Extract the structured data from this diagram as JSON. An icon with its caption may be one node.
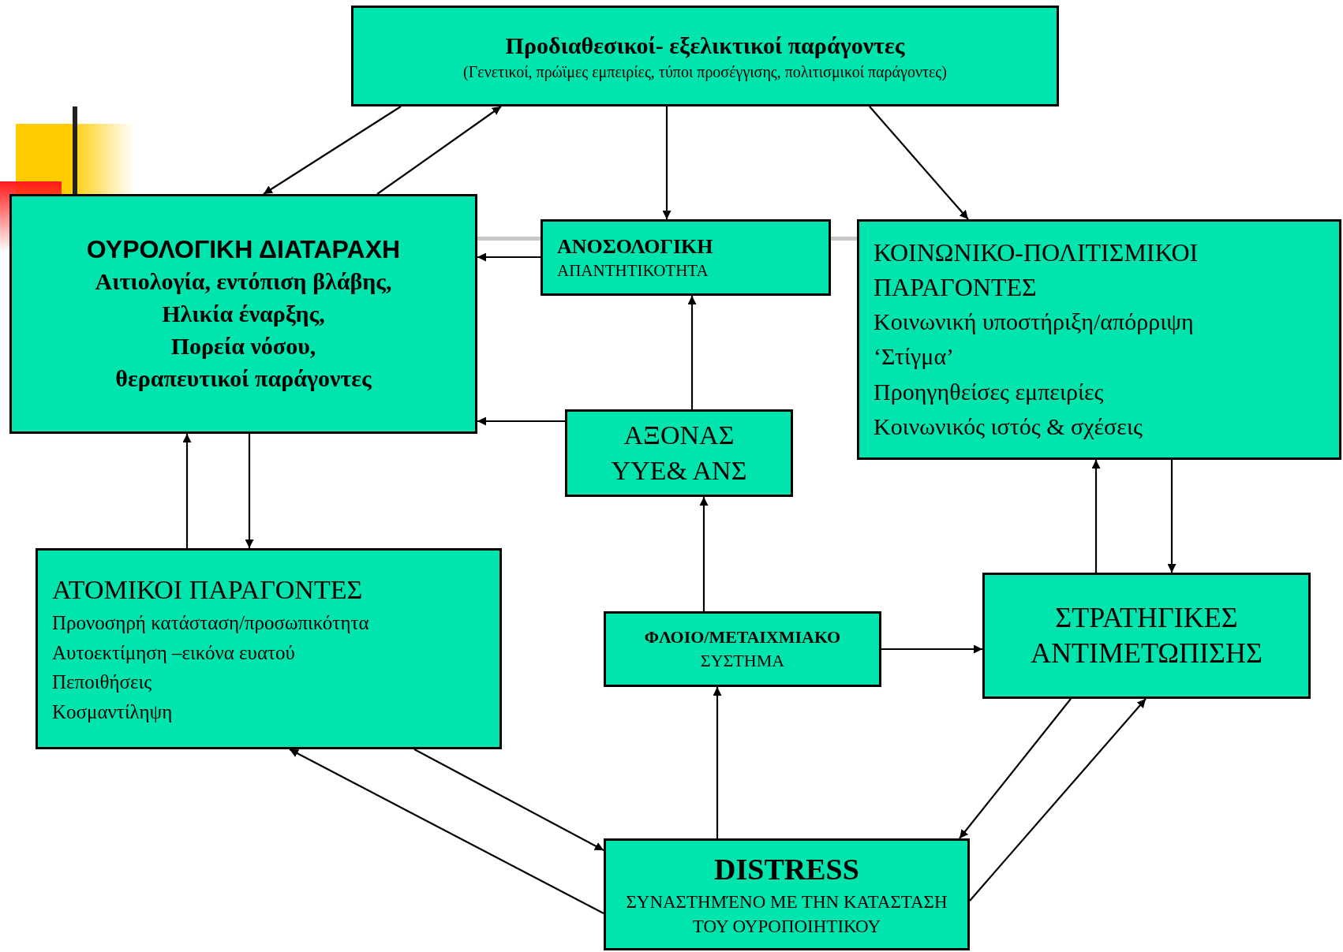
{
  "diagram": {
    "nodes": [
      {
        "text": [
          "Προδιαθεσικοί- εξελικτικοί παράγοντες",
          "(Γενετικοί, πρώϊμες εμπειρίες, τύποι προσέγγισης, πολιτισμικοί παράγοντες)"
        ]
      },
      {
        "text": [
          "ΟΥΡΟΛΟΓΙΚΗ ΔΙΑΤΑΡΑΧΗ",
          "Αιτιολογία, εντόπιση βλάβης,",
          "Ηλικία έναρξης,",
          "Πορεία νόσου,",
          "θεραπευτικοί παράγοντες"
        ]
      },
      {
        "text": [
          "ΑΝΟΣΟΛΟΓΙΚΗ",
          "ΑΠΑΝΤΗΤΙΚΟΤΗΤΑ"
        ]
      },
      {
        "text": [
          "ΚΟΙΝΩΝΙΚΟ-ΠΟΛΙΤΙΣΜΙΚΟΙ ΠΑΡΑΓΟΝΤΕΣ",
          "Κοινωνική υποστήριξη/απόρριψη",
          "‘Στίγμα’",
          "Προηγηθείσες εμπειρίες",
          "Κοινωνικός ιστός & σχέσεις"
        ]
      },
      {
        "text": [
          "ΑΞΟΝΑΣ",
          "ΥΥΕ& ΑΝΣ"
        ]
      },
      {
        "text": [
          "ΑΤΟΜΙΚΟΙ ΠΑΡΑΓΟΝΤΕΣ",
          "Προνοσηρή κατάσταση/προσωπικότητα",
          "Αυτοεκτίμηση –εικόνα ευατού",
          "Πεποιθήσεις",
          "Κοσμαντίληψη"
        ]
      },
      {
        "text": [
          "ΦΛΟΙΟ/ΜΕΤΑΙΧΜΙΑΚΟ",
          "ΣΥΣΤΗΜΑ"
        ]
      },
      {
        "text": [
          "ΣΤΡΑΤΗΓΙΚΕΣ ΑΝΤΙΜΕΤΩΠΙΣΗΣ"
        ]
      },
      {
        "text": [
          "DISTRESS",
          "ΣΥΝΑΣΤΗΜΈΝΟ ΜΕ ΤΗΝ ΚΑΤΑΣΤΑΣΗ ΤΟΥ ΟΥΡΟΠΟΙΗΤΙΚΟΥ"
        ]
      }
    ],
    "edges": [
      {
        "from": 0,
        "to": 1,
        "arrow": "to"
      },
      {
        "from": 1,
        "to": 0,
        "arrow": "to"
      },
      {
        "from": 0,
        "to": 2,
        "arrow": "to"
      },
      {
        "from": 0,
        "to": 3,
        "arrow": "to"
      },
      {
        "from": 2,
        "to": 1,
        "arrow": "to"
      },
      {
        "from": 4,
        "to": 1,
        "arrow": "to"
      },
      {
        "from": 4,
        "to": 2,
        "arrow": "to"
      },
      {
        "from": 5,
        "to": 1,
        "arrow": "to"
      },
      {
        "from": 1,
        "to": 5,
        "arrow": "to"
      },
      {
        "from": 6,
        "to": 4,
        "arrow": "to"
      },
      {
        "from": 6,
        "to": 7,
        "arrow": "to"
      },
      {
        "from": 8,
        "to": 6,
        "arrow": "to"
      },
      {
        "from": 3,
        "to": 7,
        "arrow": "to"
      },
      {
        "from": 7,
        "to": 3,
        "arrow": "to"
      },
      {
        "from": 7,
        "to": 8,
        "arrow": "to"
      },
      {
        "from": 8,
        "to": 7,
        "arrow": "to"
      },
      {
        "from": 5,
        "to": 8,
        "arrow": "to"
      },
      {
        "from": 8,
        "to": 5,
        "arrow": "to"
      }
    ]
  }
}
